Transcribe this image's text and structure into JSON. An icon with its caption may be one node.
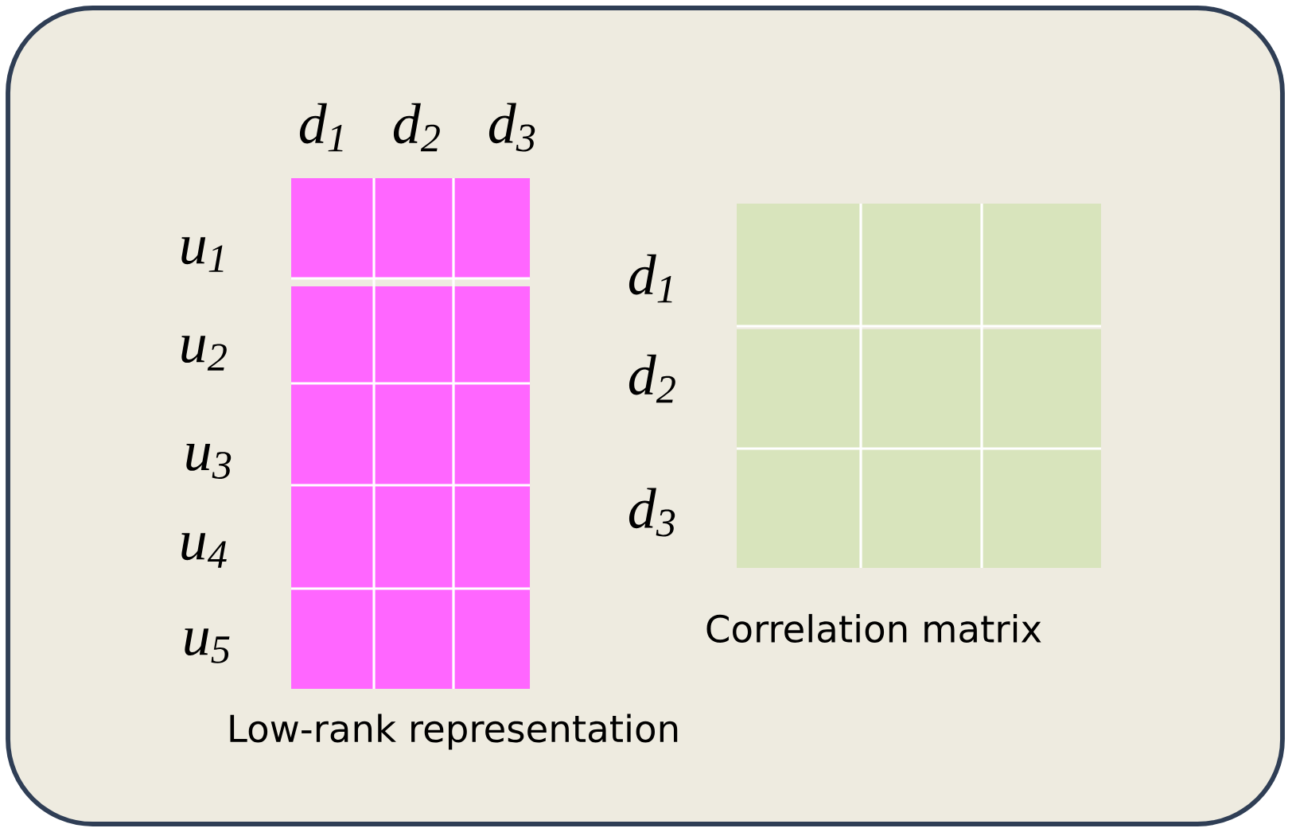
{
  "diagram": {
    "labels": [
      "d$_{1}$",
      "d$_{2}$",
      "d$_{3}$",
      "u$_{1}$",
      "d$_{1}$",
      "u$_{2}$",
      "d$_{2}$",
      "u$_{3}$",
      "u$_{4}$",
      "d$_{3}$",
      "u$_{5}$",
      "Correlation matrix",
      "Low-rank representation"
    ]
  }
}
